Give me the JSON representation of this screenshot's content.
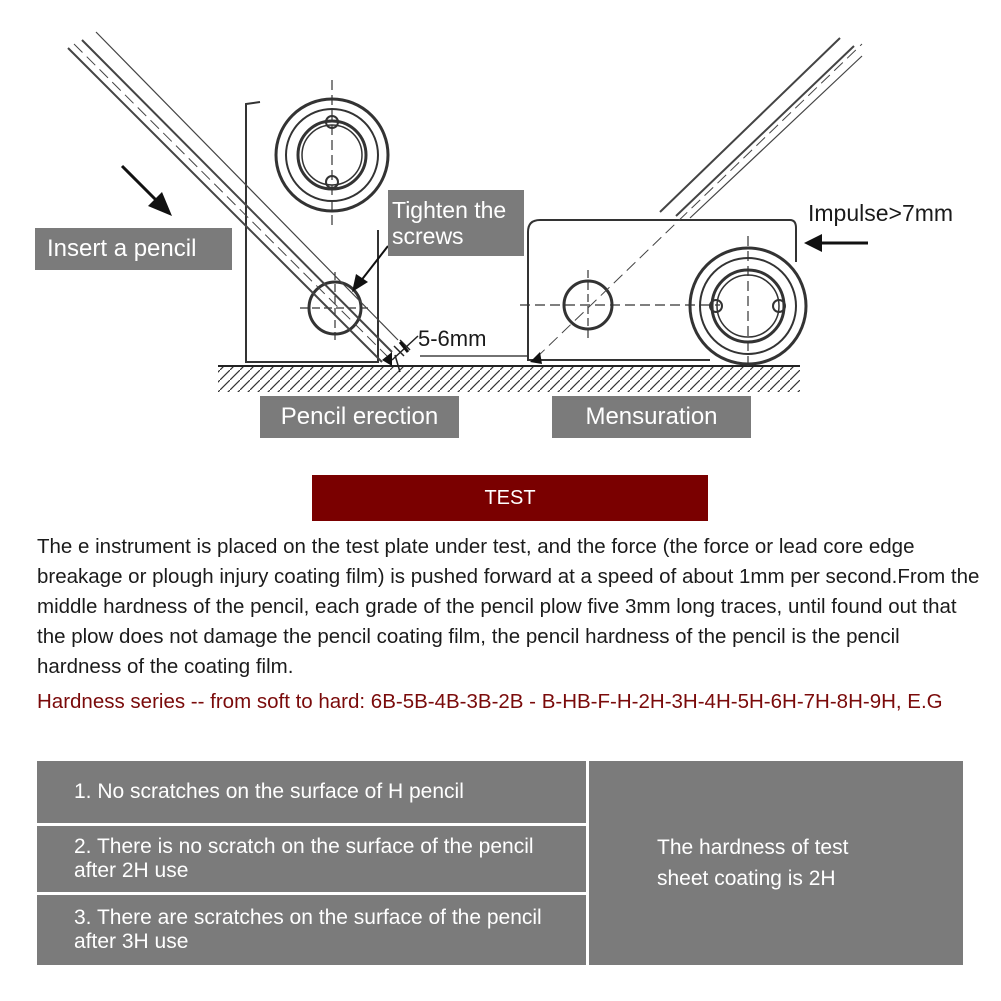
{
  "diagram": {
    "labels": {
      "insert": "Insert a pencil",
      "tighten": "Tighten the\nscrews",
      "impulse": "Impulse>7mm",
      "gap": "5-6mm",
      "erection": "Pencil erection",
      "mensuration": "Mensuration"
    }
  },
  "test": {
    "banner": "TEST",
    "paragraph": "The e instrument is placed on the test plate under test, and the force (the force or lead core edge breakage or plough injury coating film) is pushed forward at a speed of about 1mm per second.From the middle hardness of the pencil, each grade of the pencil plow five 3mm long traces, until found out that the plow does not damage the pencil coating film, the pencil hardness of the pencil is the pencil hardness of the coating film.",
    "series": "Hardness series -- from soft to hard: 6B-5B-4B-3B-2B - B-HB-F-H-2H-3H-4H-5H-6H-7H-8H-9H, E.G"
  },
  "table": {
    "rows": [
      "1. No scratches on the surface of H pencil",
      "2. There is no scratch on the surface of the pencil after 2H use",
      "3. There are scratches on the surface of the pencil after 3H use"
    ],
    "result": "The hardness of test sheet coating is 2H"
  }
}
